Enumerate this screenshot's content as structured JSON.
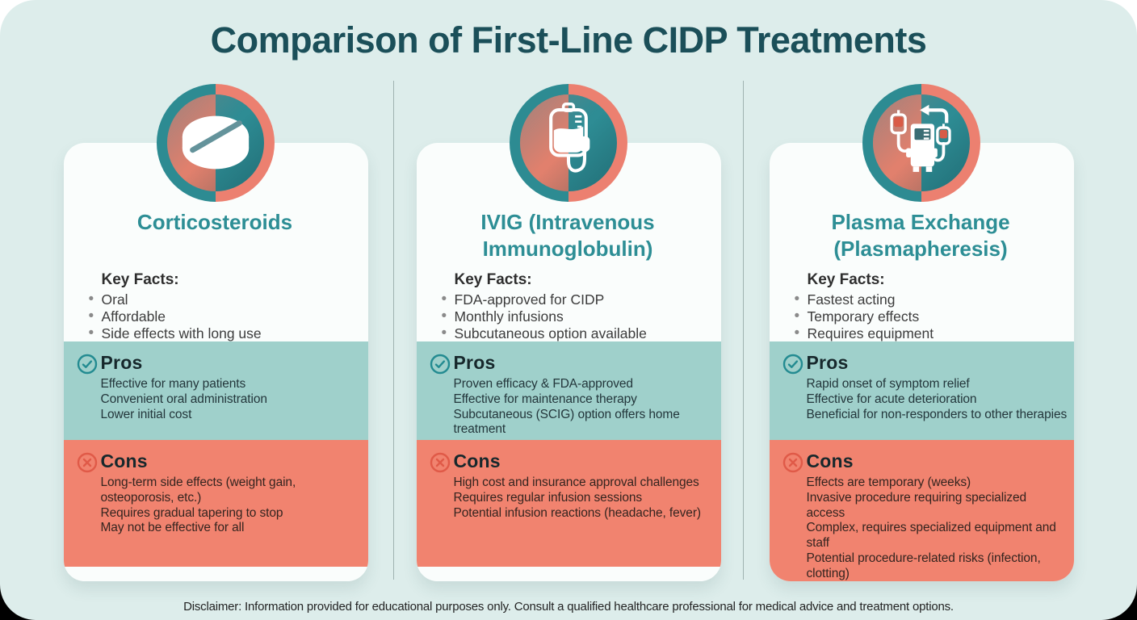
{
  "page": {
    "title": "Comparison of First-Line CIDP Treatments",
    "disclaimer": "Disclaimer: Information provided for educational purposes only. Consult a qualified healthcare professional for medical advice and treatment options."
  },
  "labels": {
    "key_facts": "Key Facts:",
    "pros": "Pros",
    "cons": "Cons"
  },
  "colors": {
    "background": "#ddedeb",
    "title_text": "#1b4f59",
    "treatment_title_text": "#2d8e95",
    "card_background": "#fafdfc",
    "pros_background": "#9fd0cb",
    "cons_background": "#f1836f",
    "badge_teal": "#2d8b92",
    "badge_coral": "#ec8070",
    "pros_check": "#238b91",
    "cons_cross": "#e05a48"
  },
  "treatments": [
    {
      "name": "Corticosteroids",
      "icon": "pill-icon",
      "key_facts": [
        "Oral",
        "Affordable",
        "Side effects with long use"
      ],
      "pros": [
        "Effective for many patients",
        "Convenient oral administration",
        "Lower initial cost"
      ],
      "cons": [
        "Long-term side effects (weight gain, osteoporosis, etc.)",
        "Requires gradual tapering to stop",
        "May not be effective for all"
      ]
    },
    {
      "name": "IVIG (Intravenous Immunoglobulin)",
      "icon": "iv-bag-icon",
      "key_facts": [
        "FDA-approved for CIDP",
        "Monthly infusions",
        "Subcutaneous option available"
      ],
      "pros": [
        "Proven efficacy & FDA-approved",
        "Effective for maintenance therapy",
        "Subcutaneous (SCIG) option offers home treatment"
      ],
      "cons": [
        "High cost and insurance approval challenges",
        "Requires regular infusion sessions",
        "Potential infusion reactions (headache, fever)"
      ]
    },
    {
      "name": "Plasma Exchange (Plasmapheresis)",
      "icon": "apheresis-machine-icon",
      "key_facts": [
        "Fastest acting",
        "Temporary effects",
        "Requires equipment"
      ],
      "pros": [
        "Rapid onset of symptom relief",
        "Effective for acute deterioration",
        "Beneficial for non-responders to other therapies"
      ],
      "cons": [
        "Effects are temporary (weeks)",
        "Invasive procedure requiring specialized access",
        "Complex, requires specialized equipment and staff",
        "Potential procedure-related risks (infection, clotting)"
      ]
    }
  ]
}
